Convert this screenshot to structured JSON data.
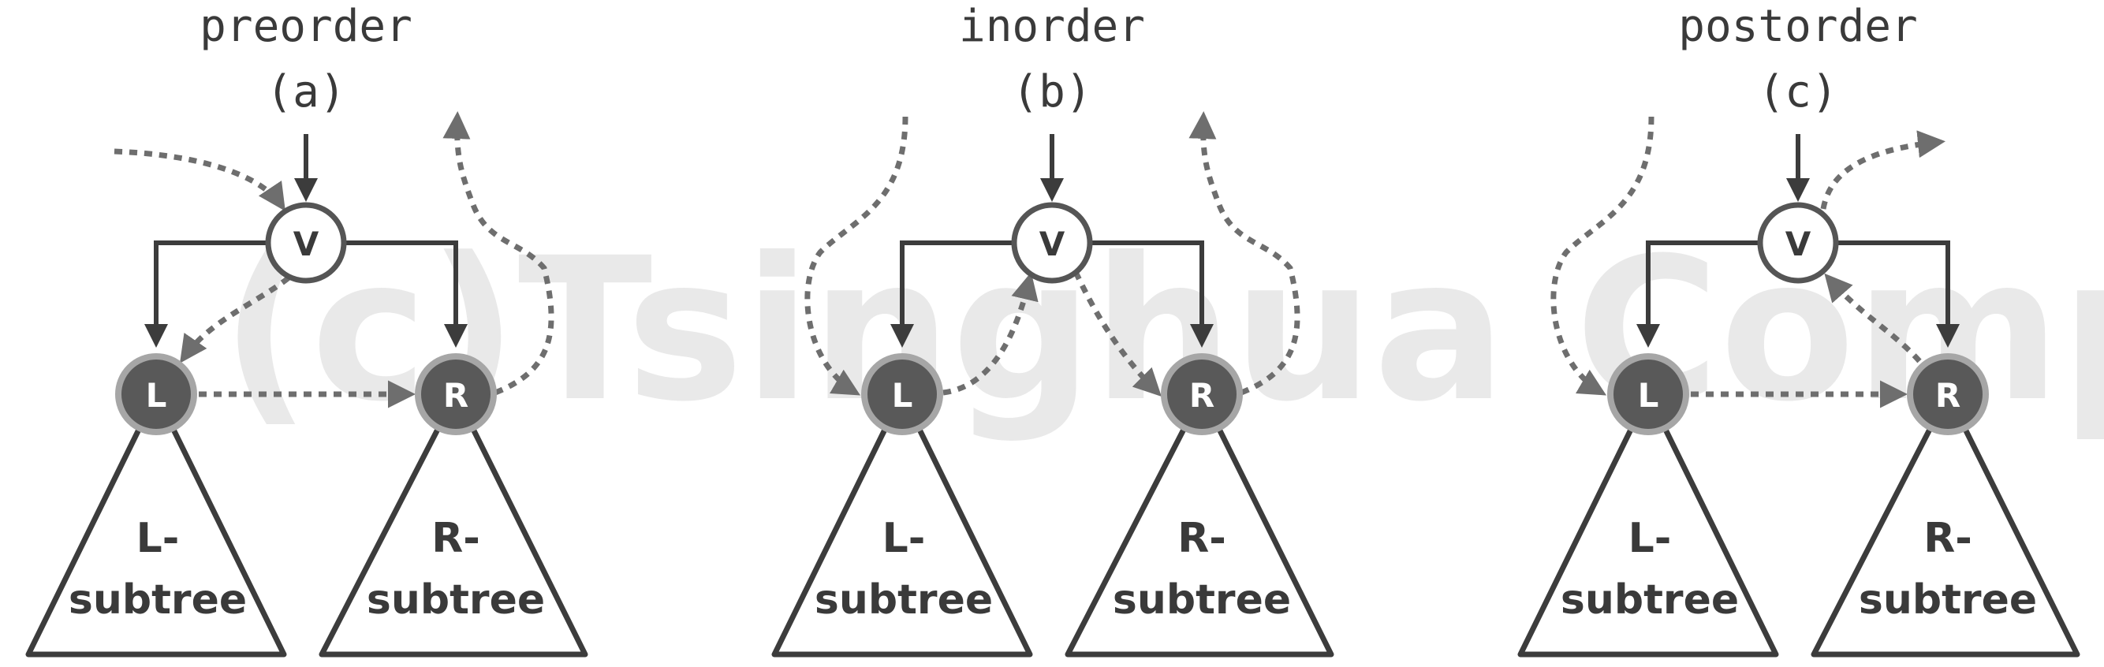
{
  "watermark": "(c)Tsinghua Computer",
  "panels": [
    {
      "id": "a",
      "traversal": "preorder",
      "label": "(a)",
      "root": "V",
      "left": "L",
      "right": "R",
      "left_subtree": [
        "L-",
        "subtree"
      ],
      "right_subtree": [
        "R-",
        "subtree"
      ]
    },
    {
      "id": "b",
      "traversal": "inorder",
      "label": "(b)",
      "root": "V",
      "left": "L",
      "right": "R",
      "left_subtree": [
        "L-",
        "subtree"
      ],
      "right_subtree": [
        "R-",
        "subtree"
      ]
    },
    {
      "id": "c",
      "traversal": "postorder",
      "label": "(c)",
      "root": "V",
      "left": "L",
      "right": "R",
      "left_subtree": [
        "L-",
        "subtree"
      ],
      "right_subtree": [
        "R-",
        "subtree"
      ]
    }
  ],
  "colors": {
    "edge": "#3c3c3c",
    "flow": "#6e6e6e",
    "node_fill": "#595959",
    "node_ring": "#a6a6a6",
    "root_fill": "#ffffff",
    "root_stroke": "#555555",
    "triangle": "#3c3c3c"
  }
}
